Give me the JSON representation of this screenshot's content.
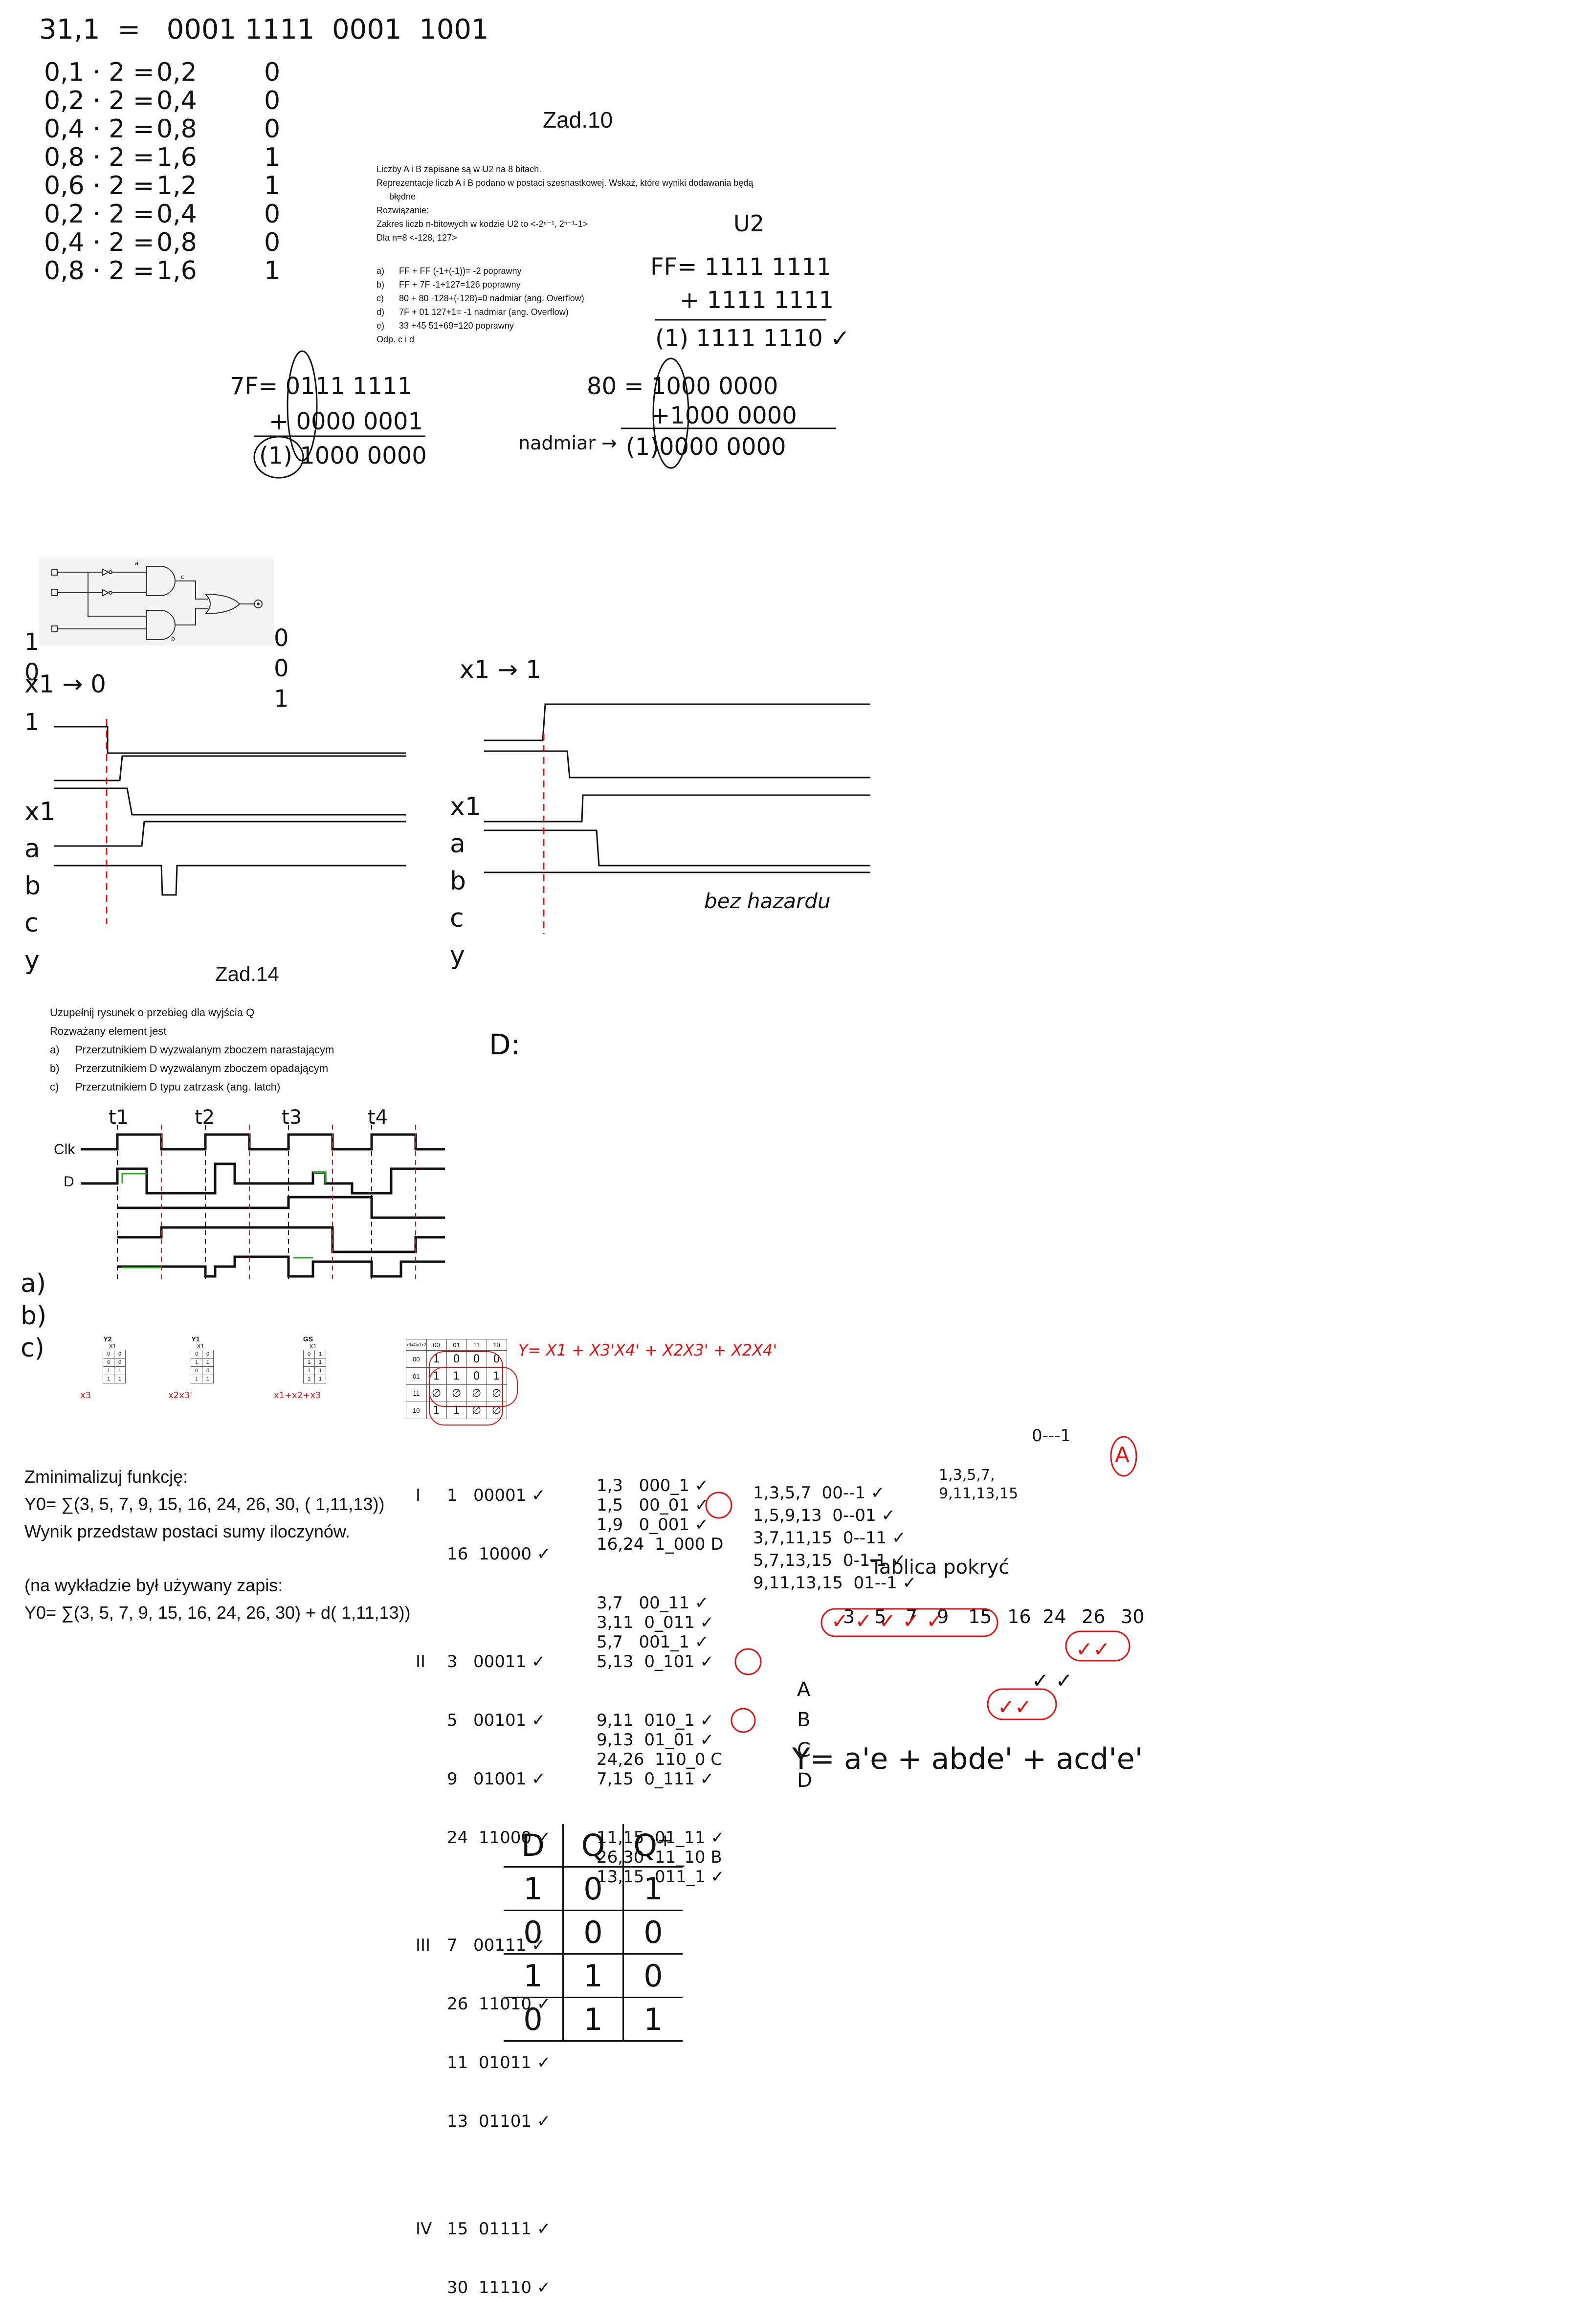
{
  "binary_conv": {
    "top": "31,1  =   0001 1111  0001  1001",
    "rows": [
      {
        "expr": "0,1 · 2 =",
        "val": "0,2",
        "bit": "0"
      },
      {
        "expr": "0,2 · 2 =",
        "val": "0,4",
        "bit": "0"
      },
      {
        "expr": "0,4 · 2 =",
        "val": "0,8",
        "bit": "0"
      },
      {
        "expr": "0,8 · 2 =",
        "val": "1,6",
        "bit": "1"
      },
      {
        "expr": "0,6 · 2 =",
        "val": "1,2",
        "bit": "1"
      },
      {
        "expr": "0,2 · 2 =",
        "val": "0,4",
        "bit": "0"
      },
      {
        "expr": "0,4 · 2 =",
        "val": "0,8",
        "bit": "0"
      },
      {
        "expr": "0,8 · 2 =",
        "val": "1,6",
        "bit": "1"
      }
    ]
  },
  "zad10": {
    "heading": "Zad.10",
    "para1": "Liczby A i B zapisane są w U2 na 8 bitach.",
    "para2": "Reprezentacje liczb A i B podano w postaci szesnastkowej. Wskaż, które wyniki dodawania będą",
    "para2b": "błędne",
    "rozw": "Rozwiązanie:",
    "zakres": "Zakres liczb n-bitowych w kodzie U2 to  <-2ⁿ⁻¹, 2ⁿ⁻¹-1>",
    "dla": "Dla n=8  <-128, 127>",
    "items": [
      {
        "k": "a)",
        "t": "FF + FF    (-1+(-1))= -2 poprawny"
      },
      {
        "k": "b)",
        "t": "FF + 7F    -1+127=126 poprawny"
      },
      {
        "k": "c)",
        "t": "80 + 80    -128+(-128)=0  nadmiar (ang. Overflow)"
      },
      {
        "k": "d)",
        "t": "7F + 01    127+1= -1 nadmiar (ang. Overflow)"
      },
      {
        "k": "e)",
        "t": "33 +45    51+69=120  poprawny"
      }
    ],
    "odp": "Odp. c i d",
    "u2_label": "U2",
    "ff_line1": "FF= 1111 1111",
    "ff_line2": "+ 1111 1111",
    "ff_line3": "(1) 1111 1110 ✓",
    "x7f_line1": "7F= 0111 1111",
    "x7f_line2": "+ 0000 0001",
    "x7f_line3": "(1) 1000 0000",
    "x80_line1": "80 = 1000 0000",
    "x80_line2": "+1000 0000",
    "x80_line3": "(1)0000 0000",
    "nadmiar": "nadmiar →"
  },
  "circuit": {
    "left_vals": [
      "1",
      "0",
      "1"
    ],
    "right_vals": [
      "0",
      "0",
      "1"
    ],
    "labels": [
      "a",
      "c",
      "b"
    ]
  },
  "timing1": {
    "title": "x1 → 0",
    "signals": [
      "x1",
      "a",
      "b",
      "c",
      "y"
    ]
  },
  "timing2": {
    "title": "x1 → 1",
    "signals": [
      "x1",
      "a",
      "b",
      "c",
      "y"
    ],
    "note": "bez hazardu"
  },
  "zad14": {
    "heading": "Zad.14",
    "intro1": "Uzupełnij rysunek o przebieg dla wyjścia Q",
    "intro2": "Rozważany element jest",
    "items": [
      {
        "k": "a)",
        "t": "Przerzutnikiem  D wyzwalanym zboczem narastającym"
      },
      {
        "k": "b)",
        "t": "Przerzutnikiem  D wyzwalanym zboczem opadającym"
      },
      {
        "k": "c)",
        "t": "Przerzutnikiem D typu zatrzask (ang. latch)"
      }
    ],
    "d_label": "D:",
    "t_labels": [
      "t1",
      "t2",
      "t3",
      "t4"
    ],
    "sig_labels": [
      "Clk",
      "D"
    ],
    "row_labels": [
      "a)",
      "b)",
      "c)"
    ]
  },
  "kmaps": {
    "small": [
      {
        "title": "Y2",
        "sub": "X1",
        "note": "x3"
      },
      {
        "title": "Y1",
        "sub": "X1",
        "note": "x2x3'"
      },
      {
        "title": "GS",
        "sub": "X1",
        "note": "x1+x2+x3"
      }
    ],
    "big_cols": [
      "00",
      "01",
      "11",
      "10"
    ],
    "big_rows": [
      {
        "h": "00",
        "c": [
          "1",
          "0",
          "0",
          "0"
        ]
      },
      {
        "h": "01",
        "c": [
          "1",
          "1",
          "0",
          "1"
        ]
      },
      {
        "h": "11",
        "c": [
          "∅",
          "∅",
          "∅",
          "∅"
        ]
      },
      {
        "h": "10",
        "c": [
          "1",
          "1",
          "∅",
          "∅"
        ]
      }
    ],
    "formula": "Y= X1 + X3'X4' + X2X3' + X2X4'"
  },
  "minim": {
    "l1": "Zminimalizuj funkcję:",
    "l2": "Y0= ∑(3, 5, 7, 9, 15, 16, 24, 26, 30, ( 1,11,13))",
    "l3": "Wynik przedstaw postaci sumy iloczynów.",
    "l4": "(na wykładzie był używany zapis:",
    "l5": "Y0= ∑(3, 5, 7, 9, 15, 16, 24, 26, 30) + d( 1,11,13))"
  },
  "qm": {
    "groups": [
      {
        "g": "I",
        "rows": [
          "1   00001 ✓",
          "16  10000 ✓"
        ]
      },
      {
        "g": "II",
        "rows": [
          "3   00011 ✓",
          "5   00101 ✓",
          "9   01001 ✓",
          "24  11000 ✓"
        ]
      },
      {
        "g": "III",
        "rows": [
          "7   00111 ✓",
          "26  11010 ✓",
          "11  01011 ✓",
          "13  01101 ✓"
        ]
      },
      {
        "g": "IV",
        "rows": [
          "15  01111 ✓",
          "30  11110 ✓"
        ]
      }
    ],
    "col2": [
      "1,3   000_1 ✓",
      "1,5   00_01 ✓",
      "1,9   0_001 ✓",
      "16,24  1_000 D",
      "3,7   00_11 ✓",
      "3,11  0_011 ✓",
      "5,7   001_1 ✓",
      "5,13  0_101 ✓",
      "9,11  010_1 ✓",
      "9,13  01_01 ✓",
      "24,26  110_0 C",
      "7,15  0_111 ✓",
      "11,15  01_11 ✓",
      "26,30  11_10 B",
      "13,15  011_1 ✓"
    ],
    "col3": [
      "1,3,5,7  00--1 ✓",
      "1,5,9,13  0--01 ✓",
      "3,7,11,15  0--11 ✓",
      "5,7,13,15  0-1-1 ✓",
      "9,11,13,15  01--1 ✓"
    ],
    "col4": [
      "1,3,5,7,",
      "9,11,13,15"
    ],
    "col4_code": "0---1",
    "col4_tag": "A",
    "chart_title": "Tablica pokryć",
    "chart_cols": [
      "3",
      "5",
      "7",
      "9",
      "15",
      "16",
      "24",
      "26",
      "30"
    ],
    "chart_rows": [
      "A",
      "B",
      "C",
      "D"
    ],
    "row_a_marks": "✓ ✓ ✓ ✓ ✓",
    "row_b_marks": "✓✓",
    "row_c_marks": "✓ ✓",
    "row_d_marks": "✓✓",
    "result": "Y= a'e + abde' + acd'e'"
  },
  "dtable": {
    "head": [
      "D",
      "Q",
      "Q⁺"
    ],
    "rows": [
      [
        "1",
        "0",
        "1"
      ],
      [
        "0",
        "0",
        "0"
      ],
      [
        "1",
        "1",
        "0"
      ],
      [
        "0",
        "1",
        "1"
      ]
    ]
  }
}
